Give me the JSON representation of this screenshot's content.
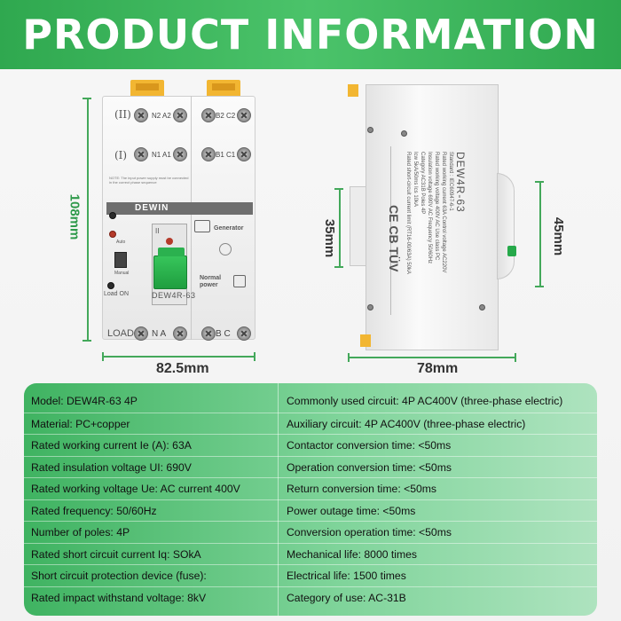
{
  "header": {
    "title": "PRODUCT INFORMATION"
  },
  "front_device": {
    "row_top_label": "(II)",
    "row_mid_label": "(I)",
    "term_n2a2": "N2 A2",
    "term_b2c2": "B2 C2",
    "term_n1a1": "N1 A1",
    "term_b1c1": "B1 C1",
    "note": "NOTE: The input power supply must be connected in the correct phase sequence",
    "brand": "DEWIN",
    "switch_mark": "II",
    "auto": "Auto",
    "manual": "Manual",
    "load_on": "Load ON",
    "model": "DEW4R-63",
    "generator": "Generator",
    "normal_power": "Normal power",
    "load": "LOAD",
    "na": "N A",
    "bc": "B C"
  },
  "side_device": {
    "model": "DEW4R-63",
    "standard": "Standard : IEC60947-6-1",
    "spec_lines": [
      "Rated working current  63A   Control voltage AC220V",
      "Rated working voltage  400V AC   Use class  PC",
      "Insulation voltage  690V AC   Frequency  50/60Hz",
      "Category  AC31B   Poles  4P",
      "Icw 5kA/50ms   Ics 10kA",
      "Rated short-circuit current limit (RT16-00/63A)  50kA"
    ],
    "certs": "CE CB TÜV"
  },
  "dimensions": {
    "height_front": "108mm",
    "width_front": "82.5mm",
    "depth_side": "78mm",
    "rail_35": "35mm",
    "rail_45": "45mm"
  },
  "specs": {
    "left": [
      "Model: DEW4R-63 4P",
      "Material: PC+copper",
      "Rated working current Ie (A): 63A",
      "Rated insulation voltage UI: 690V",
      "Rated working voltage Ue: AC current 400V",
      "Rated frequency: 50/60Hz",
      "Number of poles: 4P",
      "Rated short circuit current Iq: SOkA",
      "Short circuit protection device (fuse):",
      "Rated impact withstand voltage: 8kV"
    ],
    "right": [
      "Commonly used circuit: 4P AC400V (three-phase electric)",
      "Auxiliary circuit: 4P AC400V (three-phase electric)",
      "Contactor conversion time: <50ms",
      "Operation conversion time: <50ms",
      "Return conversion time: <50ms",
      "Power outage time: <50ms",
      "Conversion operation time: <50ms",
      "Mechanical life: 8000 times",
      "Electrical life: 1500 times",
      "Category of use: AC-31B"
    ]
  },
  "colors": {
    "brand_green": "#2fa84f",
    "tab_yellow": "#f2b632",
    "dim_green": "#43a85a"
  }
}
